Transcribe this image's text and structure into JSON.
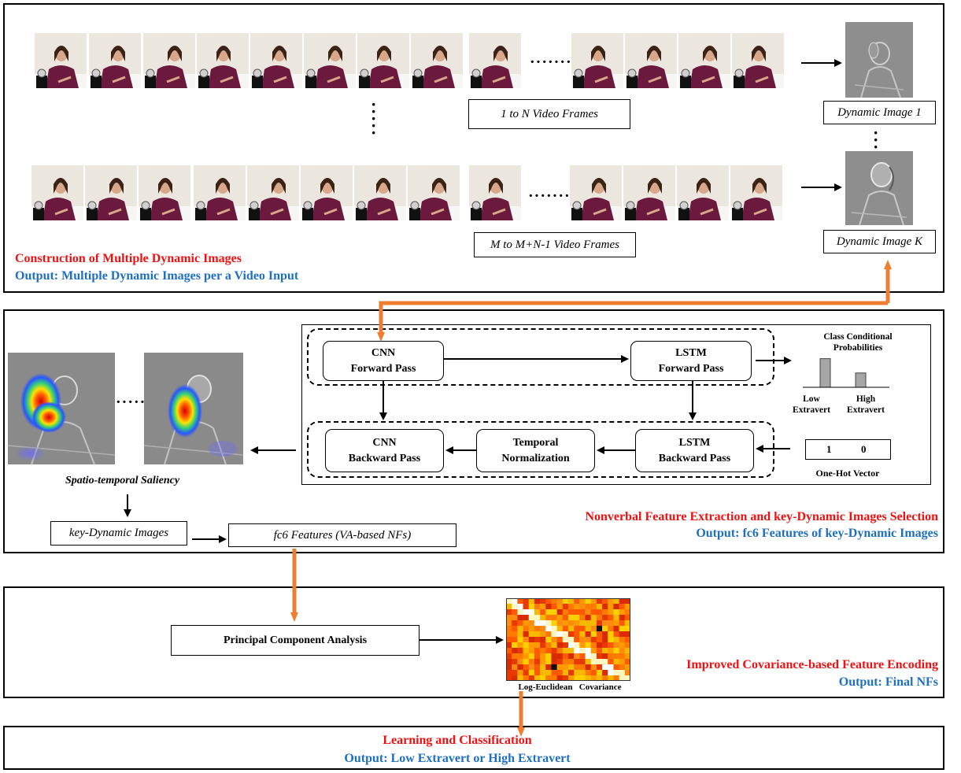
{
  "panel1": {
    "frames_label_1": "1 to N Video Frames",
    "frames_label_2": "M to M+N-1 Video Frames",
    "dynamic_image_1": "Dynamic Image 1",
    "dynamic_image_k": "Dynamic Image K",
    "title": "Construction of Multiple Dynamic Images",
    "output": "Output:  Multiple Dynamic Images per a Video Input",
    "ellipsis_h": "·······"
  },
  "panel2": {
    "cnn_forward": [
      "CNN",
      "Forward  Pass"
    ],
    "lstm_forward": [
      "LSTM",
      "Forward  Pass"
    ],
    "cnn_backward": [
      "CNN",
      "Backward  Pass"
    ],
    "temporal_norm": [
      "Temporal",
      "Normalization"
    ],
    "lstm_backward": [
      "LSTM",
      "Backward  Pass"
    ],
    "class_prob_title": [
      "Class Conditional",
      "Probabilities"
    ],
    "bar_labels": [
      [
        "Low",
        "Extravert"
      ],
      [
        "High",
        "Extravert"
      ]
    ],
    "one_hot": [
      "1",
      "0"
    ],
    "one_hot_label": "One-Hot  Vector",
    "saliency_label": "Spatio-temporal Saliency",
    "key_dynamic": "key-Dynamic Images",
    "fc6": "fc6 Features (VA-based NFs)",
    "title": "Nonverbal Feature Extraction and key-Dynamic Images Selection",
    "output": "Output:  fc6 Features of key-Dynamic Images",
    "ellipsis_h": "·······"
  },
  "panel3": {
    "pca": "Principal  Component  Analysis",
    "cov_label": "Log-Euclidean   Covariance",
    "title": "Improved Covariance-based Feature Encoding",
    "output": "Output:  Final NFs"
  },
  "panel4": {
    "title": "Learning and Classification",
    "output": "Output:  Low Extravert or High Extravert"
  },
  "colors": {
    "title_red": "#ee1111",
    "output_blue": "#1f6fbf",
    "connector_orange": "#ee7d31"
  },
  "chart_data": {
    "type": "bar",
    "categories": [
      "Low Extravert",
      "High Extravert"
    ],
    "values": [
      0.7,
      0.35
    ]
  }
}
